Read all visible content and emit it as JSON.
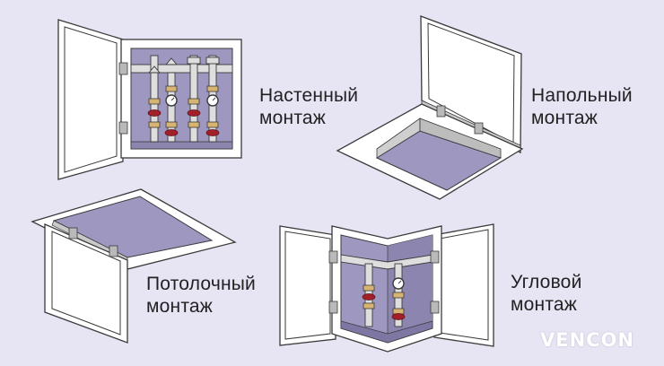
{
  "captions": {
    "wall": {
      "line1": "Настенный",
      "line2": "монтаж"
    },
    "floor": {
      "line1": "Напольный",
      "line2": "монтаж"
    },
    "ceiling": {
      "line1": "Потолочный",
      "line2": "монтаж"
    },
    "corner": {
      "line1": "Угловой",
      "line2": "монтаж"
    }
  },
  "brand": {
    "text": "VENCON"
  },
  "colors": {
    "background": "#e7e4f3",
    "frame": "#ffffff",
    "outline": "#3a3a3a",
    "panel": "#9e97c0",
    "panel_shade": "#8c85b0",
    "pipe": "#dedede",
    "valve": "#a3202a",
    "brass": "#d8b472",
    "hinge": "#b9b9b9"
  }
}
